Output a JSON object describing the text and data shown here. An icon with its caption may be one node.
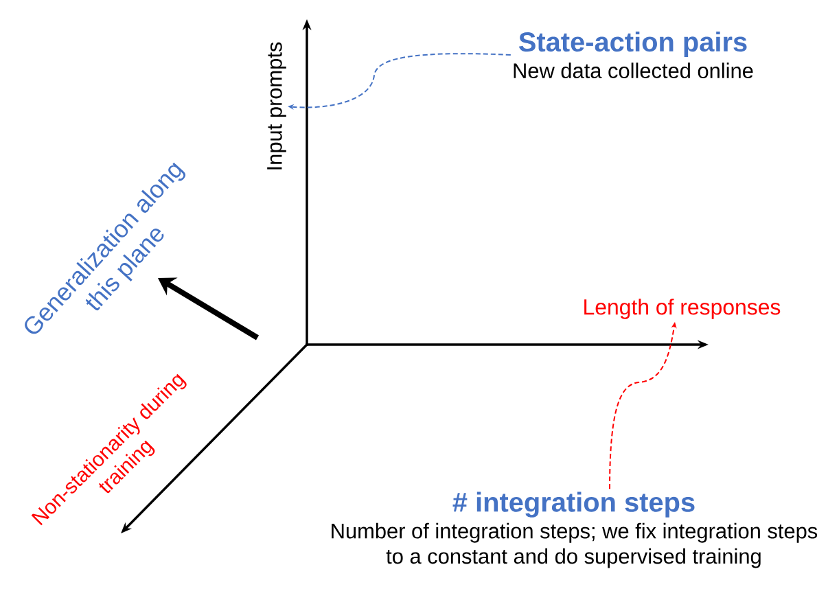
{
  "diagram": {
    "nodes": [
      {
        "text": [
          "State-action pairs",
          "New data collected online"
        ]
      },
      {
        "text": [
          "Input prompts"
        ]
      },
      {
        "text": [
          "Length of responses"
        ]
      },
      {
        "text": [
          "# integration steps",
          "Number of integration steps; we fix integration steps to a constant and do supervised training"
        ]
      }
    ],
    "edges": [
      {
        "from": 0,
        "to": 1,
        "arrow": "to",
        "style": "dashed",
        "color": "#4472c4"
      },
      {
        "from": 3,
        "to": 2,
        "arrow": "to",
        "style": "dashed",
        "color": "#ff0000"
      }
    ],
    "labels": [
      "Generalization along this plane",
      "Non-stationarity during training"
    ]
  }
}
